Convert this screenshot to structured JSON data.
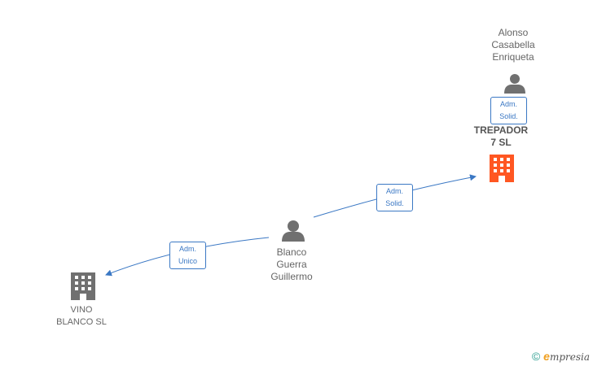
{
  "nodes": {
    "alonso": {
      "name": "Alonso\nCasabella\nEnriqueta"
    },
    "trepador": {
      "name": "TREPADOR\n7 SL"
    },
    "blanco": {
      "name": "Blanco\nGuerra\nGuillermo"
    },
    "vino": {
      "name": "VINO\nBLANCO SL"
    }
  },
  "edges": {
    "alonso_trepador": {
      "label": "Adm.\nSolid."
    },
    "blanco_trepador": {
      "label": "Adm.\nSolid."
    },
    "blanco_vino": {
      "label": "Adm.\nUnico"
    }
  },
  "colors": {
    "edge": "#3b78c4",
    "company_highlight": "#ff5722",
    "company": "#707070",
    "person": "#707070"
  },
  "brand": {
    "copyright": "©",
    "e": "e",
    "rest": "mpresia"
  }
}
